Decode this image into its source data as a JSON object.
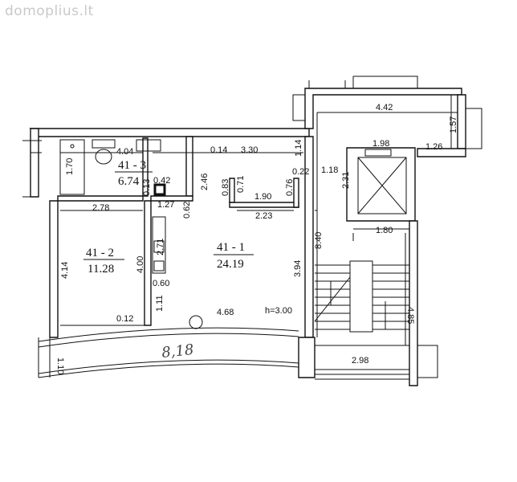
{
  "watermark": "domoplius.lt",
  "rooms": [
    {
      "id": "41 - 1",
      "area": "24.19"
    },
    {
      "id": "41 - 2",
      "area": "11.28"
    },
    {
      "id": "41 - 3",
      "area": "6.74"
    }
  ],
  "height_note": "h=3.00",
  "handwritten": "8,18",
  "dims": {
    "d442": "4.42",
    "d157": "1.57",
    "d198": "1.98",
    "d126": "1.26",
    "d118": "1.18",
    "d231": "2.31",
    "d114": "1.14",
    "d022": "0.22",
    "d404": "4.04",
    "d014": "0.14",
    "d330": "3.30",
    "d170": "1.70",
    "d042": "0.42",
    "d013": "0.13",
    "d246": "2.46",
    "d083": "0.83",
    "d071": "0.71",
    "d190": "1.90",
    "d076": "0.76",
    "d127": "1.27",
    "d062": "0.62",
    "d278": "2.78",
    "d223": "2.23",
    "d840": "8.40",
    "d180": "1.80",
    "d271": "2.71",
    "d414": "4.14",
    "d400": "4.00",
    "d394": "3.94",
    "d060": "0.60",
    "d485": "4.85",
    "d111": "1.11",
    "d012": "0.12",
    "d468": "4.68",
    "d298": "2.98",
    "d110": "1.10"
  }
}
